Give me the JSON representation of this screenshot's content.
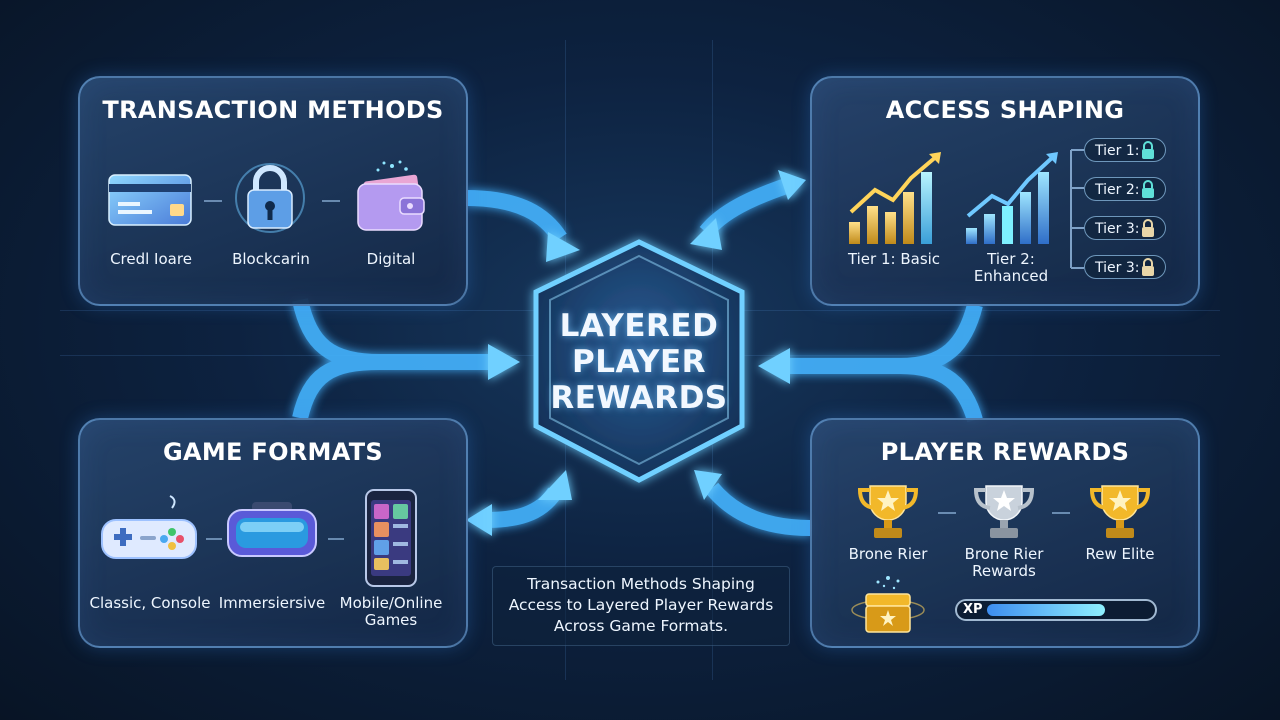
{
  "center": {
    "lines": [
      "LAYERED",
      "PLAYER",
      "REWARDS"
    ]
  },
  "transaction_methods": {
    "title": "TRANSACTION METHODS",
    "items": [
      {
        "label": "Credl Ioare",
        "icon": "credit-card-icon"
      },
      {
        "label": "Blockcarin",
        "icon": "lock-icon"
      },
      {
        "label": "Digital",
        "icon": "wallet-icon"
      }
    ]
  },
  "access_shaping": {
    "title": "ACCESS SHAPING",
    "charts": [
      {
        "label": "Tier 1: Basic",
        "icon": "bar-chart-gold-icon"
      },
      {
        "label": "Tier 2: Enhanced",
        "icon": "bar-chart-blue-icon"
      }
    ],
    "tiers": [
      {
        "label": "Tier 1:",
        "icon": "lock-icon"
      },
      {
        "label": "Tier 2:",
        "icon": "lock-icon"
      },
      {
        "label": "Tier 3:",
        "icon": "lock-icon"
      },
      {
        "label": "Tier 3:",
        "icon": "lock-icon"
      }
    ]
  },
  "game_formats": {
    "title": "GAME FORMATS",
    "items": [
      {
        "label": "Classic, Console",
        "icon": "gamepad-icon"
      },
      {
        "label": "Immersiersive",
        "icon": "vr-headset-icon"
      },
      {
        "label": "Mobile/Online Games",
        "icon": "smartphone-icon"
      }
    ]
  },
  "player_rewards": {
    "title": "PLAYER REWARDS",
    "trophies": [
      {
        "label": "Brone Rier",
        "icon": "gold-trophy-icon"
      },
      {
        "label": "Brone Rier Rewards",
        "icon": "silver-trophy-icon"
      },
      {
        "label": "Rew Elite",
        "icon": "gold-trophy-icon"
      }
    ],
    "xp": {
      "label": "XP",
      "progress": 0.72
    },
    "chest_icon": "treasure-chest-icon"
  },
  "caption": {
    "lines": [
      "Transaction Methods Shaping",
      "Access to Layered Player Rewards",
      "Across Game Formats."
    ]
  },
  "colors": {
    "background": "#0d2240",
    "accent_blue": "#3fb6ff",
    "gold": "#f2b82a",
    "silver": "#c9d2dc"
  }
}
